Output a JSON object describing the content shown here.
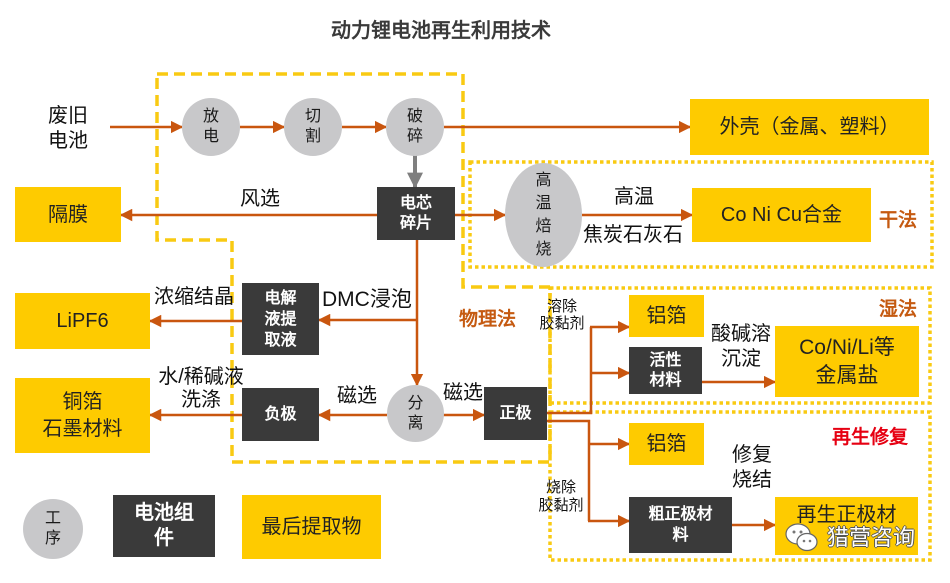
{
  "title": "动力锂电池再生利用技术",
  "source": "废旧\n电池",
  "processes": {
    "discharge": "放\n电",
    "cutting": "切\n割",
    "crushing": "破\n碎",
    "roasting": "高\n温\n焙\n烧",
    "separation": "分\n离"
  },
  "components": {
    "cell_fragments": "电芯\n碎片",
    "electrolyte_extract": "电解\n液提\n取液",
    "anode": "负极",
    "cathode": "正极",
    "active_material": "活性\n材料",
    "crude_cathode_material": "粗正极材\n料"
  },
  "products": {
    "casing": "外壳（金属、塑料）",
    "separator": "隔膜",
    "lipf6": "LiPF6",
    "copper_graphite": "铜箔\n石墨材料",
    "co_ni_cu_alloy": "Co Ni Cu合金",
    "aluminum_foil_wet": "铝箔",
    "metal_salts": "Co/Ni/Li等\n金属盐",
    "aluminum_foil_regen": "铝箔",
    "regenerated_cathode": "再生正极材"
  },
  "edge_labels": {
    "air_separation": "风选",
    "high_temp": "高温",
    "coke_limestone": "焦炭石灰石",
    "concentrate_crystallize": "浓缩结晶",
    "dmc_soak": "DMC浸泡",
    "water_alkali_wash": "水/稀碱液\n洗涤",
    "magnetic_left": "磁选",
    "magnetic_right": "磁选",
    "dissolve_binder": "溶除\n胶黏剂",
    "acid_base_precip": "酸碱溶\n沉淀",
    "repair_sinter": "修复\n烧结",
    "burn_binder": "烧除\n胶黏剂"
  },
  "regions": {
    "physical": "物理法",
    "dry": "干法",
    "wet": "湿法",
    "regeneration": "再生修复"
  },
  "legend": {
    "process": "工\n序",
    "component": "电池组\n件",
    "final_product": "最后提取物"
  },
  "watermark": "猎营咨询",
  "colors": {
    "product_yellow": "#FECB00",
    "component_dark": "#3A3A3A",
    "process_gray": "#C8C8CA",
    "flow_orange": "#C9560F",
    "region_border_yellow": "#F9CA12",
    "region_label_orange": "#C55A11",
    "regeneration_label_red": "#E60012",
    "crush_arrow_gray": "#7F7F7F"
  }
}
